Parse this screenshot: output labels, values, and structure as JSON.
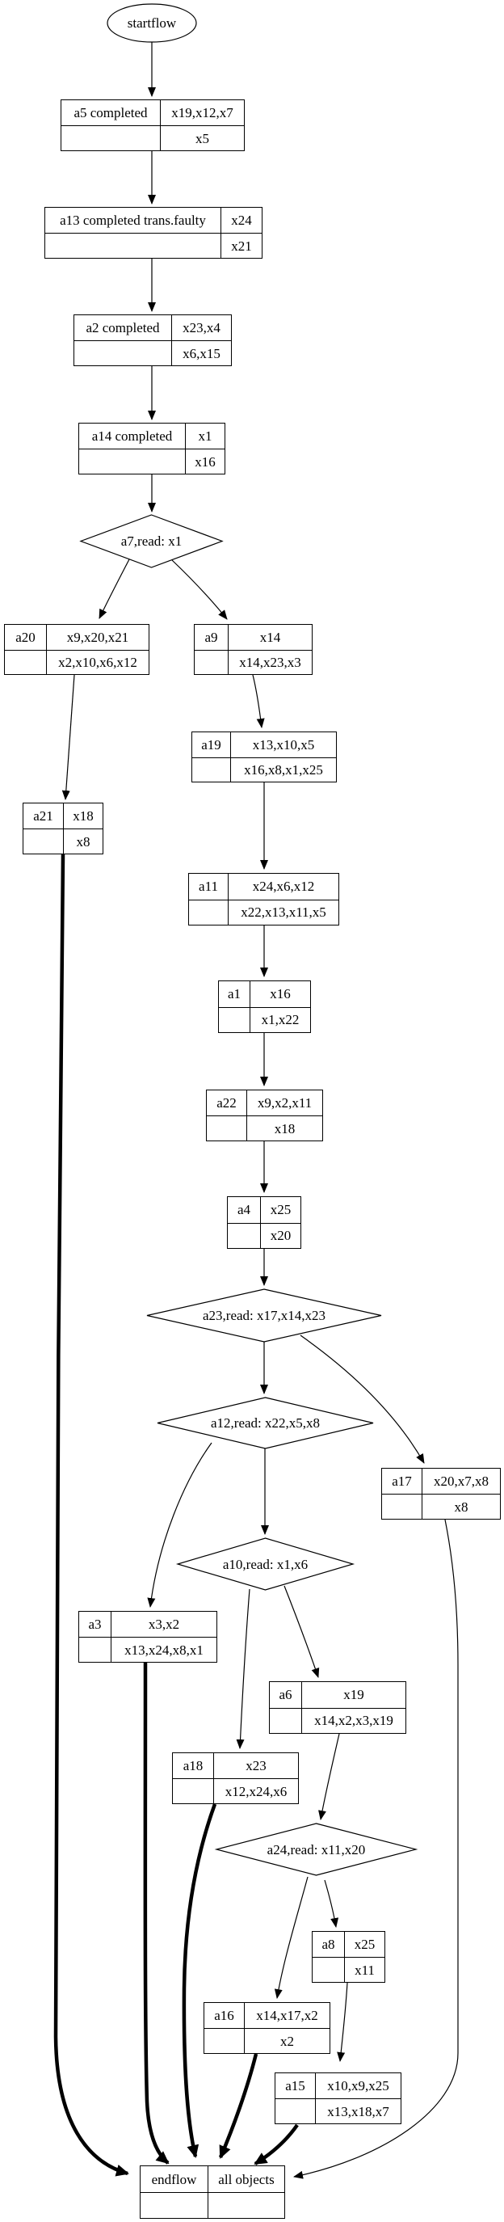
{
  "diagram": {
    "start": {
      "label": "startflow"
    },
    "nodes": {
      "a5": {
        "label": "a5 completed",
        "read": "x19,x12,x7",
        "write": "x5"
      },
      "a13": {
        "label": "a13 completed trans.faulty",
        "read": "x24",
        "write": "x21"
      },
      "a2": {
        "label": "a2 completed",
        "read": "x23,x4",
        "write": "x6,x15"
      },
      "a14": {
        "label": "a14 completed",
        "read": "x1",
        "write": "x16"
      },
      "a20": {
        "label": "a20",
        "read": "x9,x20,x21",
        "write": "x2,x10,x6,x12"
      },
      "a9": {
        "label": "a9",
        "read": "x14",
        "write": "x14,x23,x3"
      },
      "a19": {
        "label": "a19",
        "read": "x13,x10,x5",
        "write": "x16,x8,x1,x25"
      },
      "a21": {
        "label": "a21",
        "read": "x18",
        "write": "x8"
      },
      "a11": {
        "label": "a11",
        "read": "x24,x6,x12",
        "write": "x22,x13,x11,x5"
      },
      "a1": {
        "label": "a1",
        "read": "x16",
        "write": "x1,x22"
      },
      "a22": {
        "label": "a22",
        "read": "x9,x2,x11",
        "write": "x18"
      },
      "a4": {
        "label": "a4",
        "read": "x25",
        "write": "x20"
      },
      "a17": {
        "label": "a17",
        "read": "x20,x7,x8",
        "write": "x8"
      },
      "a3": {
        "label": "a3",
        "read": "x3,x2",
        "write": "x13,x24,x8,x1"
      },
      "a6": {
        "label": "a6",
        "read": "x19",
        "write": "x14,x2,x3,x19"
      },
      "a18": {
        "label": "a18",
        "read": "x23",
        "write": "x12,x24,x6"
      },
      "a8": {
        "label": "a8",
        "read": "x25",
        "write": "x11"
      },
      "a16": {
        "label": "a16",
        "read": "x14,x17,x2",
        "write": "x2"
      },
      "a15": {
        "label": "a15",
        "read": "x10,x9,x25",
        "write": "x13,x18,x7"
      },
      "endflow": {
        "label": "endflow",
        "read": "all objects",
        "write": ""
      }
    },
    "decisions": {
      "a7": {
        "label": "a7,read: x1"
      },
      "a23": {
        "label": "a23,read: x17,x14,x23"
      },
      "a12": {
        "label": "a12,read: x22,x5,x8"
      },
      "a10": {
        "label": "a10,read: x1,x6"
      },
      "a24": {
        "label": "a24,read: x11,x20"
      }
    },
    "edges": [
      {
        "from": "startflow",
        "to": "a5",
        "style": "normal"
      },
      {
        "from": "a5",
        "to": "a13",
        "style": "normal"
      },
      {
        "from": "a13",
        "to": "a2",
        "style": "normal"
      },
      {
        "from": "a2",
        "to": "a14",
        "style": "normal"
      },
      {
        "from": "a14",
        "to": "a7",
        "style": "normal"
      },
      {
        "from": "a7",
        "to": "a20",
        "style": "normal"
      },
      {
        "from": "a7",
        "to": "a9",
        "style": "normal"
      },
      {
        "from": "a20",
        "to": "a21",
        "style": "normal"
      },
      {
        "from": "a9",
        "to": "a19",
        "style": "normal"
      },
      {
        "from": "a19",
        "to": "a11",
        "style": "normal"
      },
      {
        "from": "a11",
        "to": "a1",
        "style": "normal"
      },
      {
        "from": "a1",
        "to": "a22",
        "style": "normal"
      },
      {
        "from": "a22",
        "to": "a4",
        "style": "normal"
      },
      {
        "from": "a4",
        "to": "a23",
        "style": "normal"
      },
      {
        "from": "a23",
        "to": "a12",
        "style": "normal"
      },
      {
        "from": "a23",
        "to": "a17",
        "style": "normal"
      },
      {
        "from": "a12",
        "to": "a10",
        "style": "normal"
      },
      {
        "from": "a12",
        "to": "a3",
        "style": "normal"
      },
      {
        "from": "a10",
        "to": "a18",
        "style": "normal"
      },
      {
        "from": "a10",
        "to": "a6",
        "style": "normal"
      },
      {
        "from": "a6",
        "to": "a24",
        "style": "normal"
      },
      {
        "from": "a24",
        "to": "a8",
        "style": "normal"
      },
      {
        "from": "a24",
        "to": "a16",
        "style": "normal"
      },
      {
        "from": "a8",
        "to": "a15",
        "style": "normal"
      },
      {
        "from": "a21",
        "to": "endflow",
        "style": "bold"
      },
      {
        "from": "a3",
        "to": "endflow",
        "style": "bold"
      },
      {
        "from": "a18",
        "to": "endflow",
        "style": "bold"
      },
      {
        "from": "a16",
        "to": "endflow",
        "style": "bold"
      },
      {
        "from": "a15",
        "to": "endflow",
        "style": "bold"
      },
      {
        "from": "a17",
        "to": "endflow",
        "style": "normal"
      }
    ]
  }
}
